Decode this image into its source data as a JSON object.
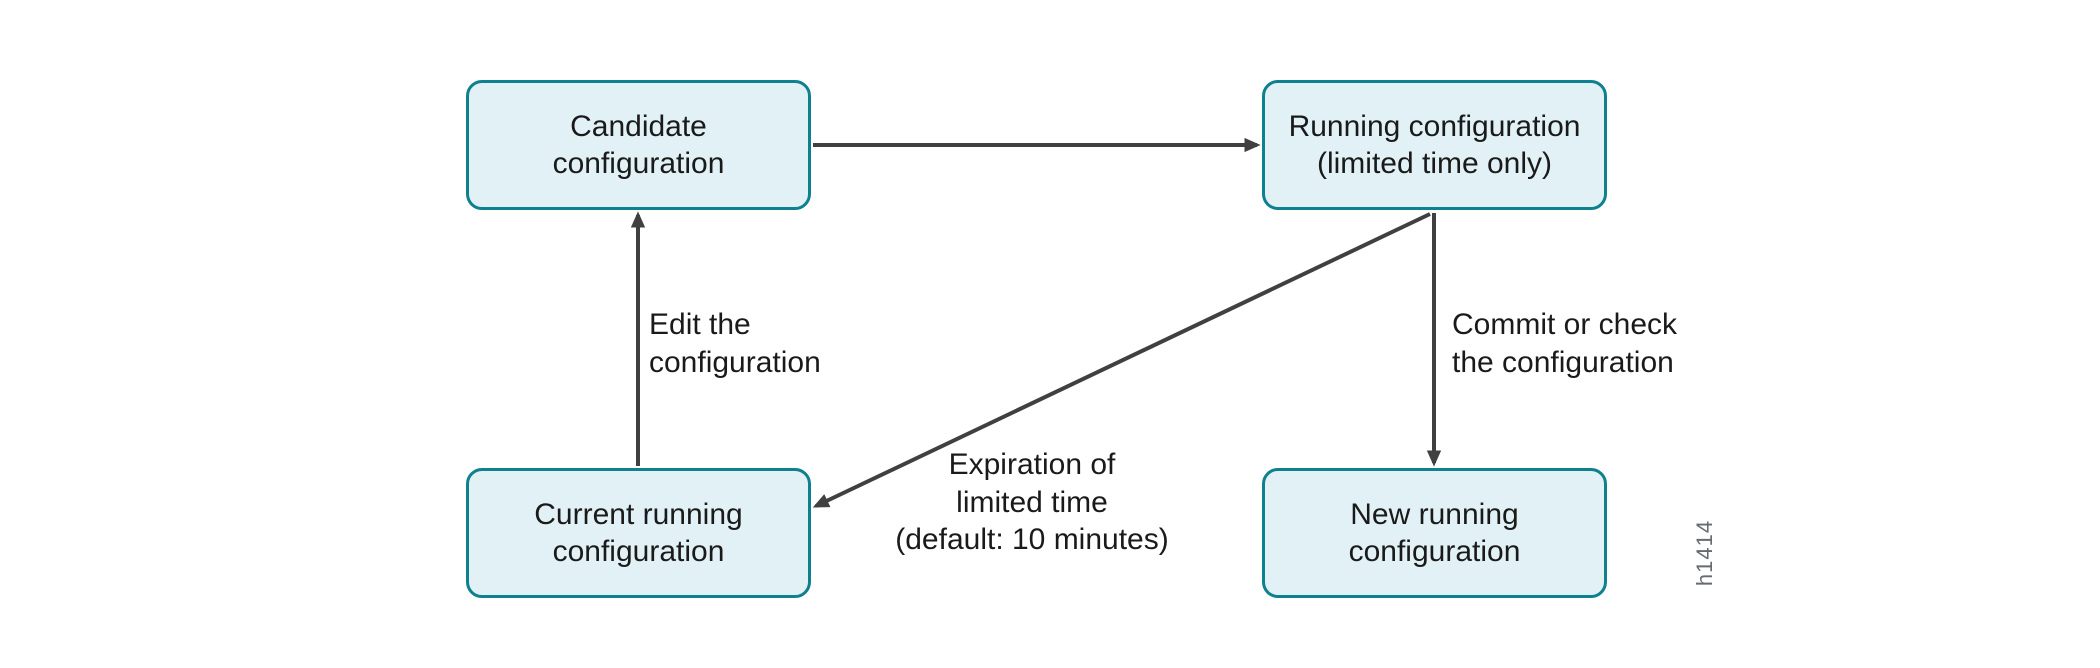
{
  "colors": {
    "background": "#ffffff",
    "node_fill": "#e2f1f6",
    "node_border": "#0e808e",
    "edge": "#404040",
    "text": "#1a1a1a",
    "figure_id": "#666b70"
  },
  "nodes": {
    "candidate": {
      "label": "Candidate\nconfiguration"
    },
    "running_limited": {
      "label": "Running configuration\n(limited time only)"
    },
    "current_running": {
      "label": "Current running\nconfiguration"
    },
    "new_running": {
      "label": "New running\nconfiguration"
    }
  },
  "edge_labels": {
    "edit": {
      "label": "Edit the\nconfiguration"
    },
    "commit": {
      "label": "Commit or check\nthe configuration"
    },
    "expiration": {
      "label": "Expiration of\nlimited time\n(default: 10 minutes)"
    }
  },
  "figure_id": "h1414"
}
